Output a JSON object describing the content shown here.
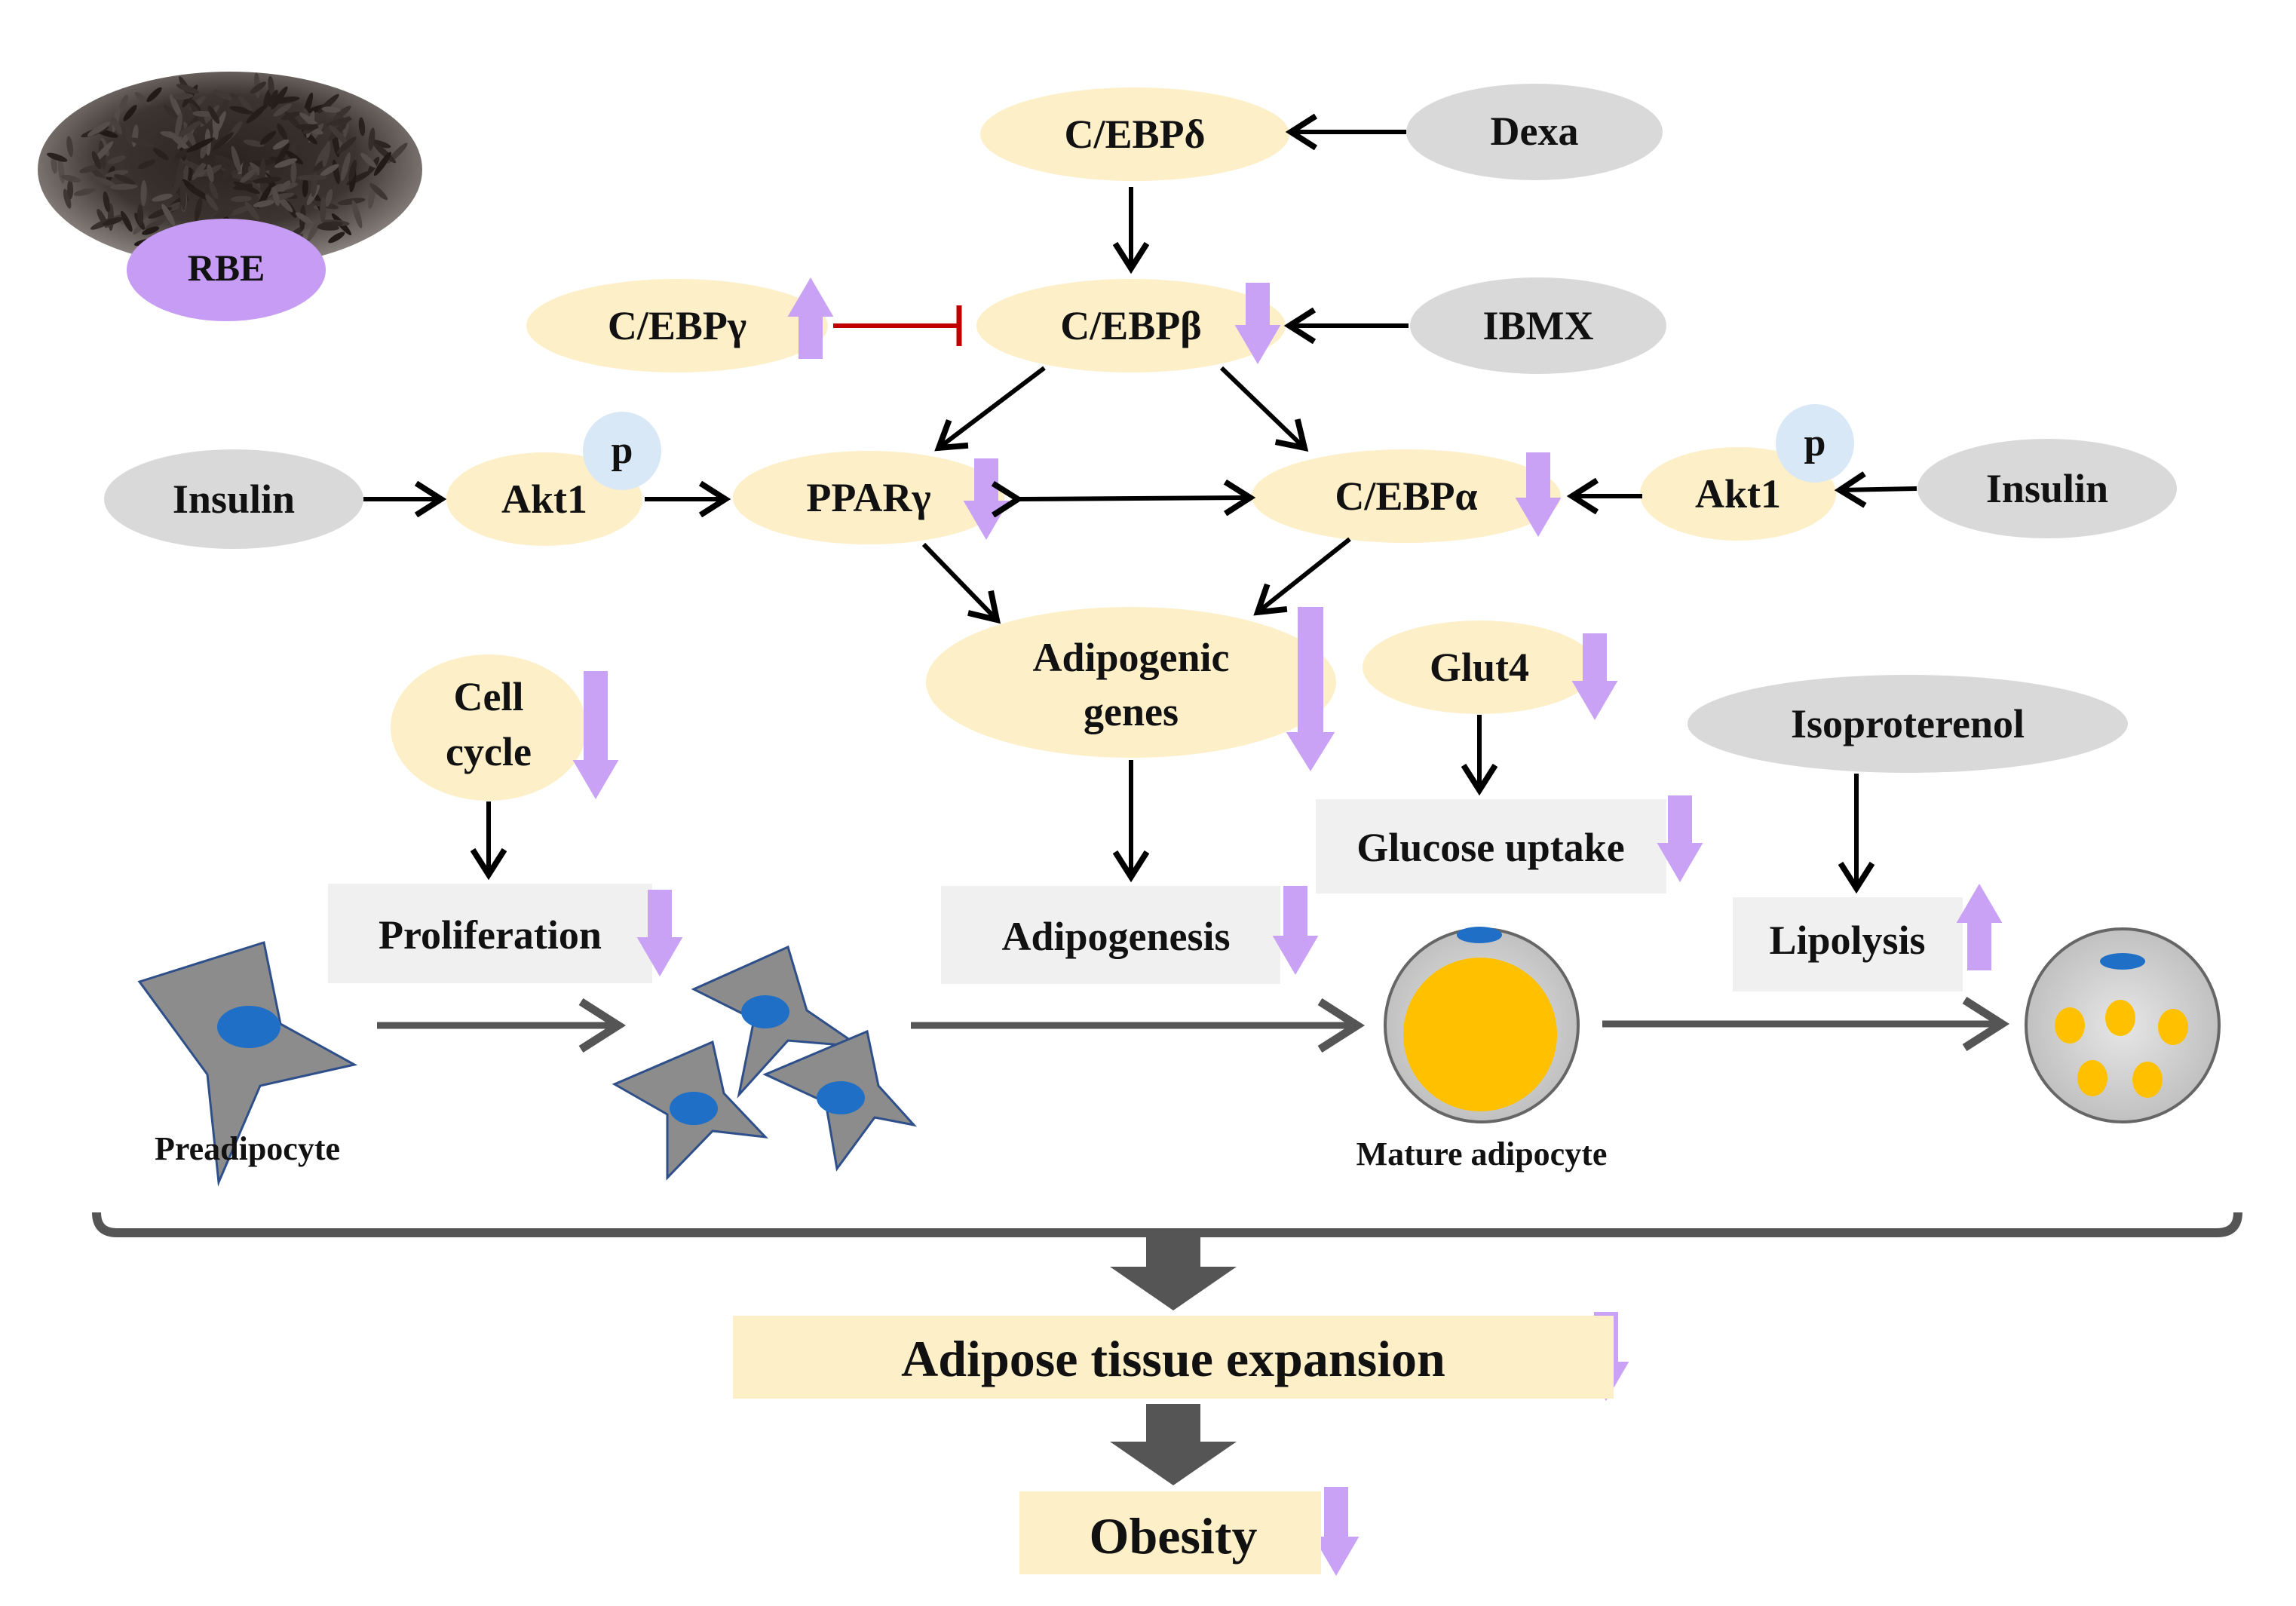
{
  "labels": {
    "rbe": "RBE",
    "dexa": "Dexa",
    "ibmx": "IBMX",
    "cebp_delta": "C/EBPδ",
    "cebp_beta": "C/EBPβ",
    "cebp_gamma": "C/EBPγ",
    "insulin_left": "Insulin",
    "insulin_right": "Insulin",
    "akt1_left": "Akt1",
    "akt1_right": "Akt1",
    "phospho": "p",
    "ppar_gamma": "PPARγ",
    "cebp_alpha": "C/EBPα",
    "adipogenic_genes_line1": "Adipogenic",
    "adipogenic_genes_line2": "genes",
    "glut4": "Glut4",
    "cell_cycle_line1": "Cell",
    "cell_cycle_line2": "cycle",
    "isoproterenol": "Isoproterenol",
    "proliferation": "Proliferation",
    "adipogenesis": "Adipogenesis",
    "glucose_uptake": "Glucose uptake",
    "lipolysis": "Lipolysis",
    "preadipocyte": "Preadipocyte",
    "mature_adipocyte": "Mature adipocyte",
    "adipose_tissue_expansion": "Adipose tissue expansion",
    "obesity": "Obesity"
  },
  "regulation": {
    "cebp_gamma": "up",
    "cebp_beta": "down",
    "ppar_gamma": "down",
    "cebp_alpha": "down",
    "adipogenic_genes": "down",
    "glut4": "down",
    "cell_cycle": "down",
    "proliferation": "down",
    "adipogenesis": "down",
    "glucose_uptake": "down",
    "lipolysis": "up",
    "adipose_tissue_expansion": "down",
    "obesity": "down"
  },
  "colors": {
    "factor_fill": "#fdefc8",
    "stimulus_fill": "#d9d9d9",
    "rbe_fill": "#c69cf4",
    "regulation_arrow": "#c9a2f5",
    "process_box": "#f0f0f0",
    "outcome_box": "#fdefc8",
    "inhibition_line": "#c00000",
    "cell_body": "#8c8c8c",
    "nucleus": "#1f6fc6",
    "lipid": "#ffc000",
    "phospho_circle": "#d9e8f6"
  }
}
